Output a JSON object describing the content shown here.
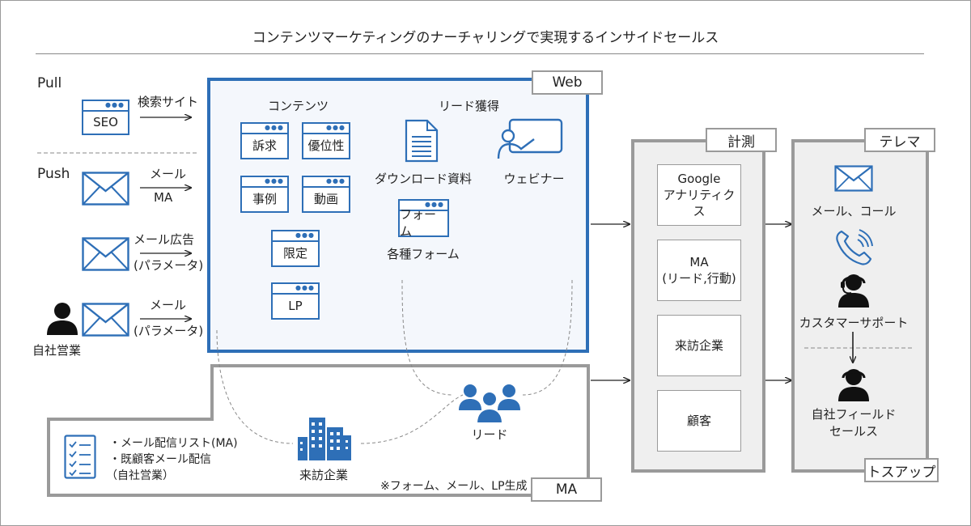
{
  "title": "コンテンツマーケティングのナーチャリングで実現するインサイドセールス",
  "left": {
    "pull_label": "Pull",
    "push_label": "Push",
    "seo_box": "SEO",
    "search_site": "検索サイト",
    "mail": "メール",
    "ma": "MA",
    "mail_ad": "メール広告",
    "param": "(パラメータ)",
    "mail2": "メール",
    "param2": "(パラメータ)",
    "own_sales": "自社営業"
  },
  "web": {
    "tag": "Web",
    "contents_heading": "コンテンツ",
    "content_boxes": [
      "訴求",
      "優位性",
      "事例",
      "動画",
      "限定",
      "LP"
    ],
    "lead_heading": "リード獲得",
    "download": "ダウンロード資料",
    "webinar": "ウェビナー",
    "form_box": "フォーム",
    "forms": "各種フォーム"
  },
  "ma_panel": {
    "tag": "MA",
    "list_items": [
      "・メール配信リスト(MA)",
      "・既顧客メール配信",
      "（自社営業）"
    ],
    "visit_company": "来訪企業",
    "lead": "リード",
    "note": "※フォーム、メール、LP生成"
  },
  "measure": {
    "tag": "計測",
    "items": [
      "Google\nアナリティクス",
      "MA\n(リード,行動)",
      "来訪企業",
      "顧客"
    ]
  },
  "telema": {
    "tag": "テレマ",
    "mail_call": "メール、コール",
    "support": "カスタマーサポート",
    "field_sales": "自社フィールド\nセールス",
    "bottom_tag": "トスアップ"
  },
  "colors": {
    "accent": "#2e6fb7",
    "panel_bg": "#f4f7fc",
    "gray_border": "#9a9a9a",
    "gray_bg": "#efefef"
  }
}
